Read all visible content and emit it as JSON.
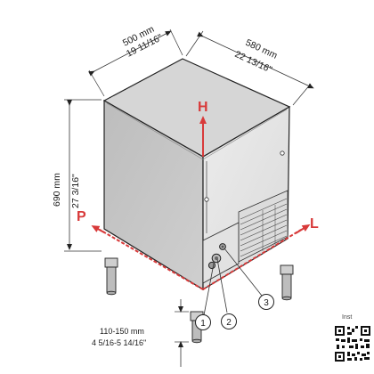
{
  "dimensions": {
    "width_mm": "500 mm",
    "width_in": "19 11/16\"",
    "depth_mm": "580 mm",
    "depth_in": "22 13/16\"",
    "height_mm": "690 mm",
    "height_in": "27 3/16\"",
    "feet_mm": "110-150 mm",
    "feet_in": "4 5/16-5 14/16\""
  },
  "axes": {
    "h": "H",
    "p": "P",
    "l": "L"
  },
  "callouts": [
    "1",
    "2",
    "3"
  ],
  "corner_text": "Inst",
  "colors": {
    "axis": "#d83a3a",
    "line": "#222222",
    "top": "#d0d0d0",
    "front": "#e6e6e6",
    "side": "#c8c8c8"
  },
  "icons": {
    "qr": "qr-code-icon"
  }
}
